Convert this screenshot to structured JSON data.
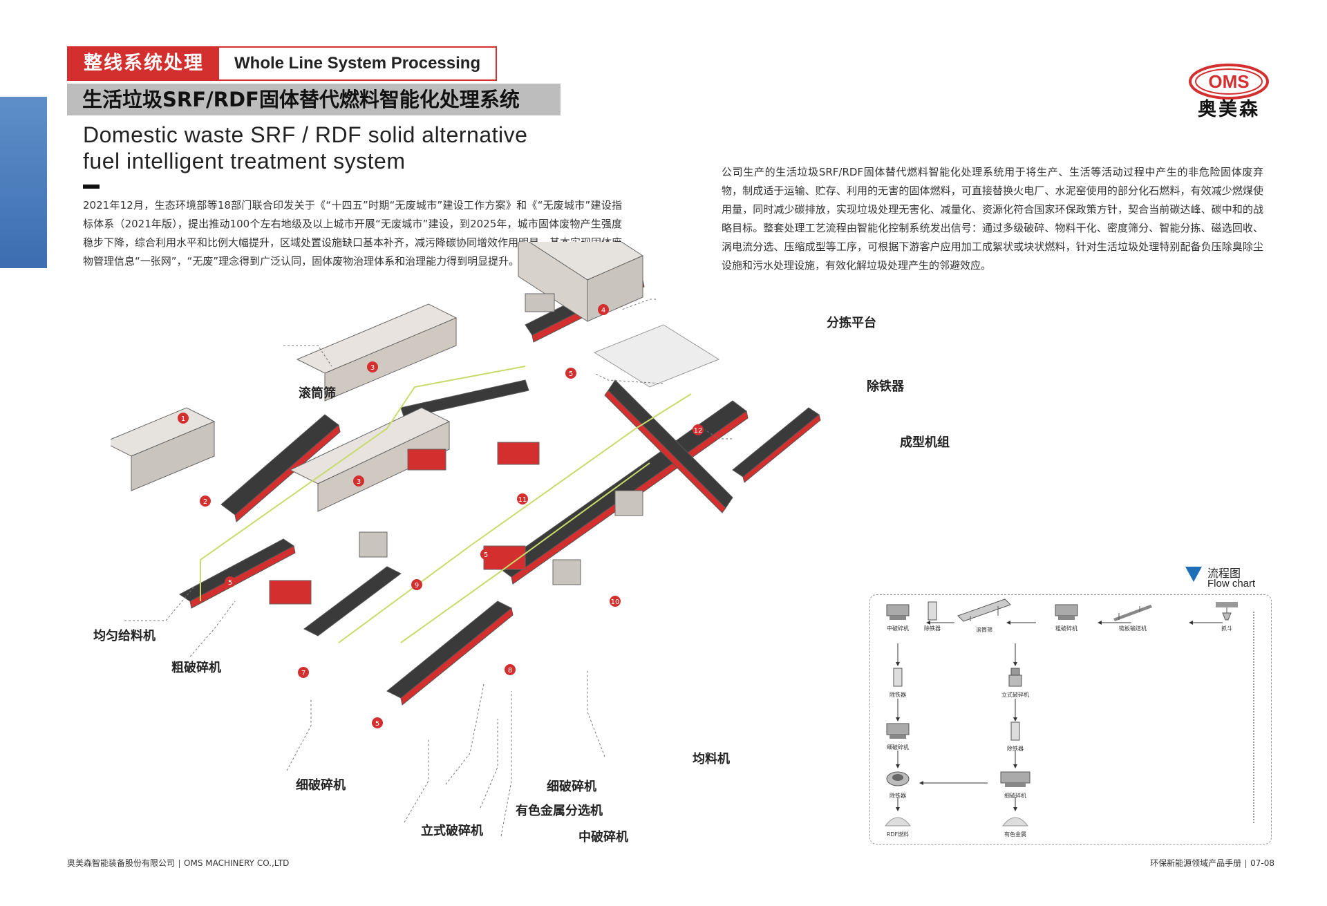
{
  "header": {
    "tab_cn": "整线系统处理",
    "tab_en": "Whole Line System Processing",
    "subtitle": "生活垃圾SRF/RDF固体替代燃料智能化处理系统",
    "title_en_line1": "Domestic waste SRF / RDF solid alternative",
    "title_en_line2": "fuel intelligent treatment system"
  },
  "brand": {
    "logo_letters": "OMS",
    "logo_name": "奥美森"
  },
  "text": {
    "intro_left": "2021年12月，生态环境部等18部门联合印发关于《“十四五”时期“无废城市”建设工作方案》和《“无废城市”建设指标体系（2021年版），提出推动100个左右地级及以上城市开展“无废城市”建设，到2025年，城市固体废物产生强度稳步下降，综合利用水平和比例大幅提升，区域处置设施缺口基本补齐，减污降碳协同增效作用明显，基本实现固体废物管理信息“一张网”，“无废”理念得到广泛认同，固体废物治理体系和治理能力得到明显提升。",
    "intro_right": "公司生产的生活垃圾SRF/RDF固体替代燃料智能化处理系统用于将生产、生活等活动过程中产生的非危险固体废弃物，制成适于运输、贮存、利用的无害的固体燃料，可直接替换火电厂、水泥窑使用的部分化石燃料，有效减少燃煤使用量，同时减少碳排放，实现垃圾处理无害化、减量化、资源化符合国家环保政策方针，契合当前碳达峰、碳中和的战略目标。整套处理工艺流程由智能化控制系统发出信号：通过多级破碎、物料干化、密度筛分、智能分拣、磁选回收、涡电流分选、压缩成型等工序，可根据下游客户应用加工成絮状或块状燃料，针对生活垃圾处理特别配备负压除臭除尘设施和污水处理设施，有效化解垃圾处理产生的邻避效应。"
  },
  "callouts": {
    "sorting": "分拣平台",
    "trommel": "滚筒筛",
    "iron_removal": "除铁器",
    "forming": "成型机组",
    "feeder": "均匀给料机",
    "coarse": "粗破碎机",
    "fine1": "细破碎机",
    "fine2": "细破碎机",
    "nonferrous": "有色金属分选机",
    "vertical": "立式破碎机",
    "medium": "中破碎机",
    "leveler": "均料机"
  },
  "plant_numbers": [
    "1",
    "2",
    "3",
    "3",
    "4",
    "5",
    "5",
    "5",
    "5",
    "7",
    "8",
    "9",
    "10",
    "11",
    "12"
  ],
  "flowchart": {
    "title_cn": "流程图",
    "title_en": "Flow chart",
    "nodes": {
      "grab": "抓斗",
      "chain": "链板输送机",
      "coarse": "粗破碎机",
      "trommel": "滚筒筛",
      "iron1": "除铁器",
      "medium": "中破碎机",
      "iron2": "除铁器",
      "fine1": "细破碎机",
      "iron3": "除铁器",
      "rdf": "RDF燃料",
      "vertical": "立式破碎机",
      "iron4": "除铁器",
      "fine2": "细破碎机",
      "nonferrous": "有色金属"
    }
  },
  "footer": {
    "company_cn": "奥美森智能装备股份有限公司",
    "company_en": "OMS MACHINERY CO.,LTD",
    "manual": "环保新能源领域产品手册",
    "pages": "07-08"
  },
  "colors": {
    "accent_red": "#d32f2f",
    "accent_blue": "#3c6db0",
    "frame_gray": "#c7c7c7",
    "rail_green": "#c8db6b"
  }
}
